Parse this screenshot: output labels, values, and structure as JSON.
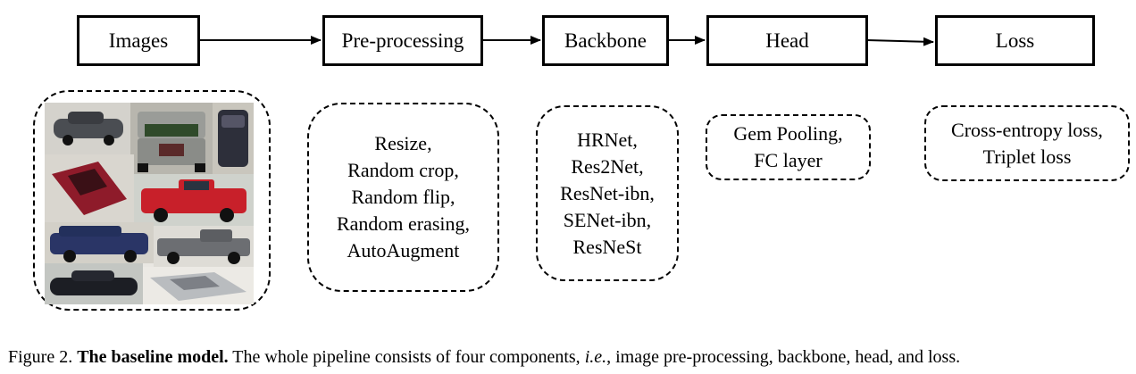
{
  "pipeline": {
    "stages": [
      {
        "id": "images",
        "label": "Images"
      },
      {
        "id": "preprocessing",
        "label": "Pre-processing"
      },
      {
        "id": "backbone",
        "label": "Backbone"
      },
      {
        "id": "head",
        "label": "Head"
      },
      {
        "id": "loss",
        "label": "Loss"
      }
    ],
    "details": {
      "preprocessing": [
        "Resize,",
        "Random crop,",
        "Random flip,",
        "Random erasing,",
        "AutoAugment"
      ],
      "backbone": [
        "HRNet,",
        "Res2Net,",
        "ResNet-ibn,",
        "SENet-ibn,",
        "ResNeSt"
      ],
      "head": [
        "Gem Pooling,",
        "FC layer"
      ],
      "loss": [
        "Cross-entropy loss,",
        "Triplet loss"
      ]
    },
    "image_collage": {
      "photos": [
        {
          "name": "dark-gray-sedan-photo",
          "color": "#4a4d52"
        },
        {
          "name": "silver-pickup-rear-photo",
          "color": "#9a9c98"
        },
        {
          "name": "dark-suv-photo",
          "color": "#2d2f3a"
        },
        {
          "name": "red-sedan-photo",
          "color": "#8e1b2a"
        },
        {
          "name": "red-pickup-photo",
          "color": "#c8202a"
        },
        {
          "name": "blue-suv-photo",
          "color": "#2a3566"
        },
        {
          "name": "gray-pickup-photo",
          "color": "#6c6e72"
        },
        {
          "name": "black-sedan-photo",
          "color": "#1c1e24"
        },
        {
          "name": "silver-sedan-photo",
          "color": "#b9bcbf"
        }
      ]
    }
  },
  "caption": {
    "prefix": "Figure 2. ",
    "bold": "The baseline model.",
    "text1": " The whole pipeline consists of four components, ",
    "italic": "i.e.",
    "text2": ", image pre-processing, backbone, head, and loss."
  }
}
